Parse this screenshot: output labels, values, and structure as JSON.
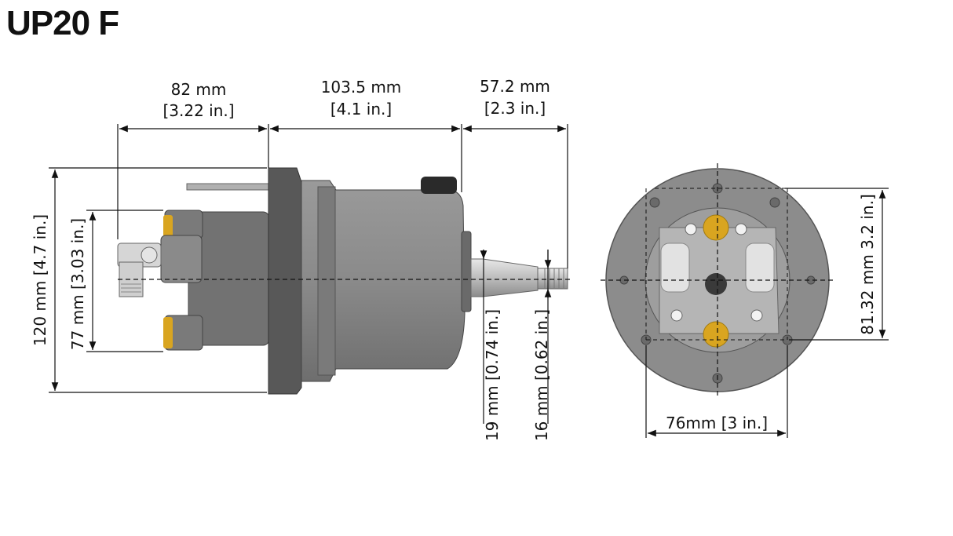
{
  "title": "UP20 F",
  "dimensions": {
    "width_flange": {
      "mm": "82 mm",
      "in": "[3.22 in.]"
    },
    "width_body": {
      "mm": "103.5 mm",
      "in": "[4.1 in.]"
    },
    "width_shaft": {
      "mm": "57.2 mm",
      "in": "[2.3 in.]"
    },
    "height_total": "120 mm [4.7 in.]",
    "height_ports": "77 mm [3.03 in.]",
    "shaft_dia_19": "19 mm [0.74 in.]",
    "shaft_dia_16": "16 mm [0.62 in.]",
    "front_width": "76mm [3 in.]",
    "front_height": "81.32 mm 3.2 in.]"
  },
  "colors": {
    "body": "#8a8a8a",
    "body_dark": "#5e5e5e",
    "brass": "#d9a520",
    "line": "#111111"
  }
}
